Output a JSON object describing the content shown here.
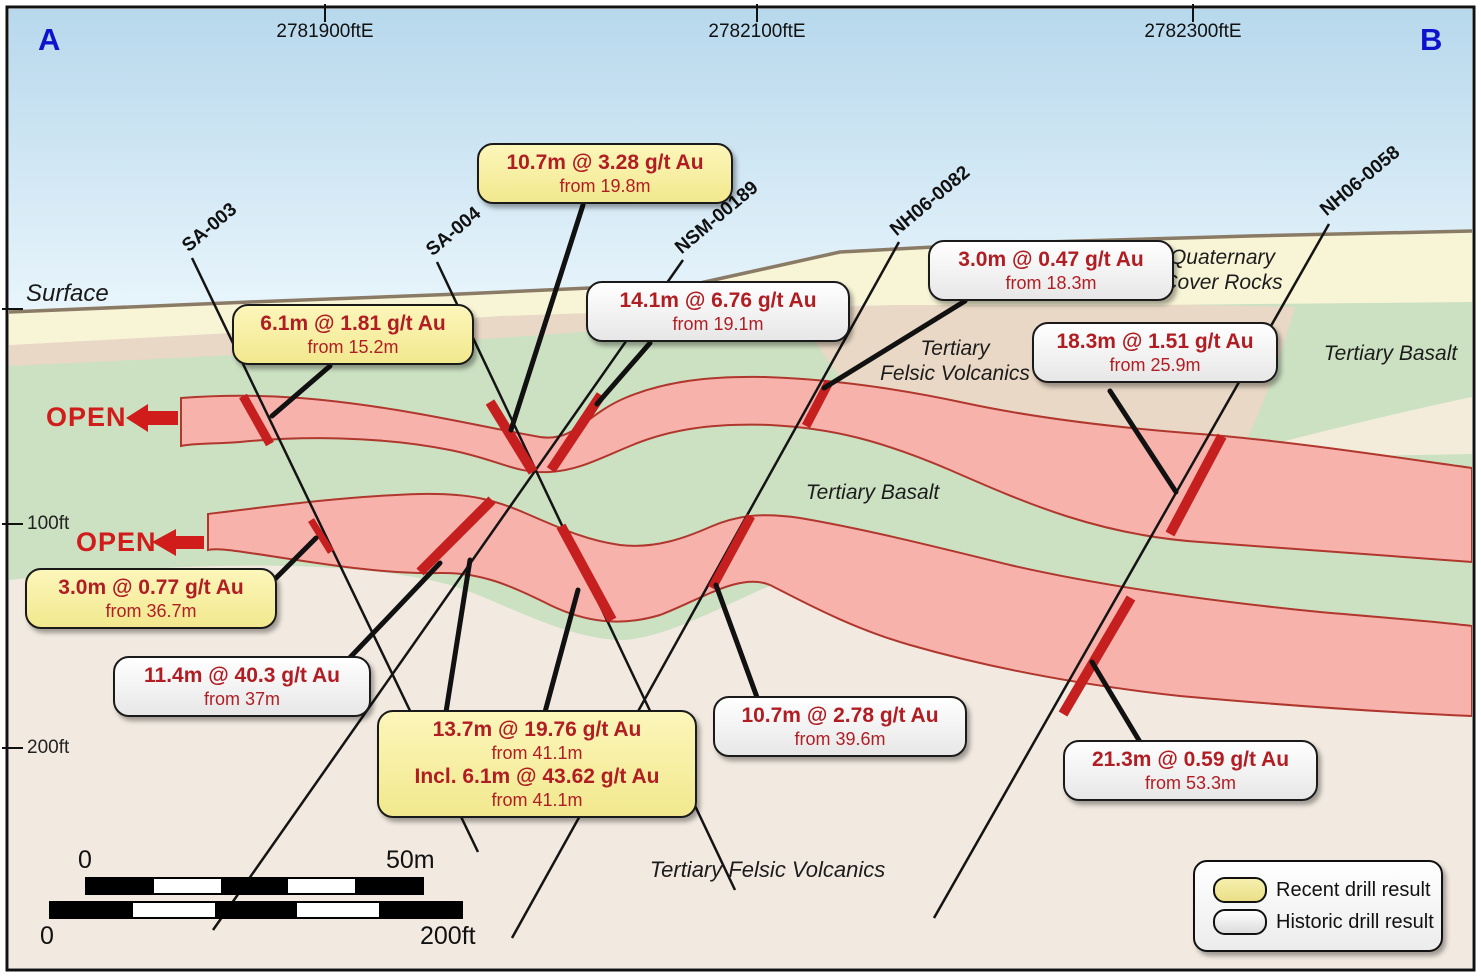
{
  "corners": {
    "left": "A",
    "right": "B"
  },
  "axis_ticks": [
    {
      "label": "2781900ftE"
    },
    {
      "label": "2782100ftE"
    },
    {
      "label": "2782300ftE"
    }
  ],
  "depth_labels": {
    "surface": "Surface",
    "d100": "100ft",
    "d200": "200ft"
  },
  "drill_holes": [
    {
      "name": "SA-003"
    },
    {
      "name": "SA-004"
    },
    {
      "name": "NSM-00189"
    },
    {
      "name": "NH06-0082"
    },
    {
      "name": "NH06-0058"
    }
  ],
  "open_labels": {
    "upper": "OPEN",
    "lower": "OPEN"
  },
  "geology_labels": {
    "quaternary_line1": "Quaternary",
    "quaternary_line2": "Cover Rocks",
    "felsic_upper_line1": "Tertiary",
    "felsic_upper_line2": "Felsic Volcanics",
    "basalt_right": "Tertiary Basalt",
    "basalt_center": "Tertiary Basalt",
    "felsic_bottom": "Tertiary Felsic Volcanics"
  },
  "callouts": [
    {
      "id": "sa003-upper",
      "type": "recent",
      "line1": "6.1m @ 1.81 g/t Au",
      "line2": "from 15.2m"
    },
    {
      "id": "sa004-upper",
      "type": "recent",
      "line1": "10.7m @ 3.28 g/t Au",
      "line2": "from 19.8m"
    },
    {
      "id": "nsm-upper",
      "type": "historic",
      "line1": "14.1m @ 6.76 g/t Au",
      "line2": "from 19.1m"
    },
    {
      "id": "nh0082-upper",
      "type": "historic",
      "line1": "3.0m @ 0.47 g/t Au",
      "line2": "from 18.3m"
    },
    {
      "id": "nh0058-upper",
      "type": "historic",
      "line1": "18.3m @ 1.51 g/t Au",
      "line2": "from 25.9m"
    },
    {
      "id": "sa003-lower",
      "type": "recent",
      "line1": "3.0m @ 0.77 g/t Au",
      "line2": "from 36.7m"
    },
    {
      "id": "nsm-lower",
      "type": "historic",
      "line1": "11.4m @ 40.3 g/t Au",
      "line2": "from 37m"
    },
    {
      "id": "sa004-lower",
      "type": "recent",
      "line1": "13.7m @ 19.76 g/t Au",
      "line2": "from 41.1m",
      "line3": "Incl. 6.1m @ 43.62 g/t Au",
      "line4": "from 41.1m"
    },
    {
      "id": "nh0082-lower",
      "type": "historic",
      "line1": "10.7m @ 2.78 g/t Au",
      "line2": "from 39.6m"
    },
    {
      "id": "nh0058-lower",
      "type": "historic",
      "line1": "21.3m @ 0.59 g/t Au",
      "line2": "from 53.3m"
    }
  ],
  "scale_bar": {
    "metric_zero": "0",
    "metric_end": "50m",
    "imperial_zero": "0",
    "imperial_end": "200ft"
  },
  "legend": {
    "recent": "Recent drill result",
    "historic": "Historic drill result"
  },
  "colors": {
    "sky_top": "#b7d8ec",
    "sky_bottom": "#eaf6fc",
    "cover": "#f8f4d6",
    "basalt_green": "#cce1c2",
    "felsic_tan": "#e9d8c5",
    "felsic_beige": "#f2eae0",
    "cream": "#f3ecda",
    "band_pink": "#f8b2ac",
    "band_outline": "#b0372e",
    "intercept_red": "#c51f1f",
    "callout_text": "#b01e24",
    "open_red": "#d11c1c",
    "corner_blue": "#0f12cc",
    "surface_line": "#8a7b66"
  }
}
